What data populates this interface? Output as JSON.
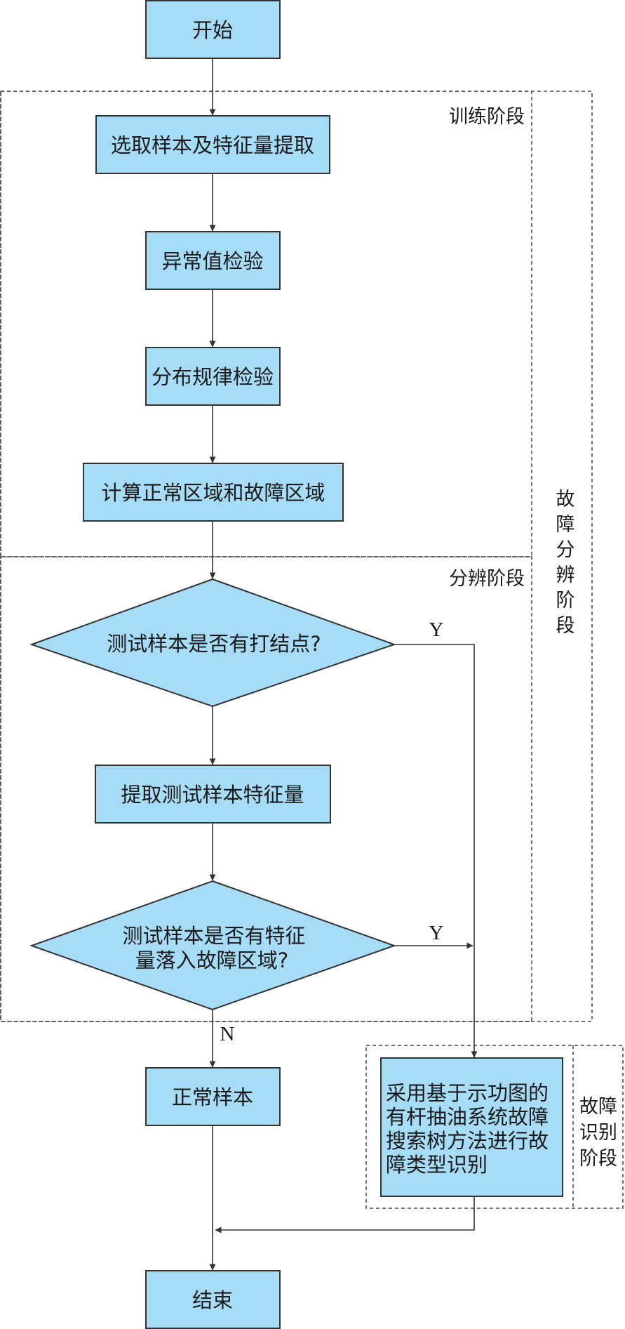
{
  "stages": {
    "training": "训练阶段",
    "discrimination": "分辨阶段",
    "fault_discrimination": [
      "故",
      "障",
      "分",
      "辨",
      "阶",
      "段"
    ],
    "fault_identification": [
      "故障",
      "识别",
      "阶段"
    ]
  },
  "nodes": {
    "start": "开始",
    "select_samples": "选取样本及特征量提取",
    "outlier_test": "异常值检验",
    "distribution_test": "分布规律检验",
    "compute_regions": "计算正常区域和故障区域",
    "decision_knot": "测试样本是否有打结点?",
    "extract_features": "提取测试样本特征量",
    "decision_region": [
      "测试样本是否有特征",
      "量落入故障区域?"
    ],
    "normal_sample": "正常样本",
    "identify_fault": [
      "采用基于示功图的",
      "有杆抽油系统故障",
      "搜索树方法进行故",
      "障类型识别"
    ],
    "end": "结束"
  },
  "edge_labels": {
    "yes_knot": "Y",
    "yes_region": "Y",
    "no_region": "N"
  },
  "colors": {
    "node_fill": "#a6dcf5",
    "stroke": "#333333"
  }
}
